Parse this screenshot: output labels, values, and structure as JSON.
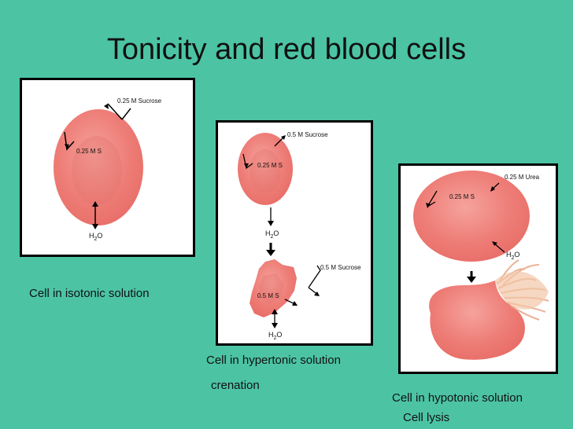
{
  "title": "Tonicity and red blood cells",
  "panels": {
    "isotonic": {
      "outside_label": "0.25 M Sucrose",
      "inside_label": "0.25 M S",
      "water": "H2O",
      "caption": "Cell in isotonic solution"
    },
    "hypertonic": {
      "outside_label_top": "0.5 M Sucrose",
      "inside_label_top": "0.25 M S",
      "water_top": "H2O",
      "outside_label_bottom": "0.5 M Sucrose",
      "inside_label_bottom": "0.5 M S",
      "water_bottom": "H2O",
      "caption": "Cell in hypertonic solution",
      "subcaption": "crenation"
    },
    "hypotonic": {
      "outside_label": "0.25 M Urea",
      "inside_label": "0.25 M S",
      "water": "H2O",
      "caption": "Cell in hypotonic solution",
      "subcaption": "Cell lysis"
    }
  },
  "colors": {
    "background": "#4cc4a4",
    "cell_fill": "#ee7d77",
    "cell_inner": "#d96a64"
  }
}
